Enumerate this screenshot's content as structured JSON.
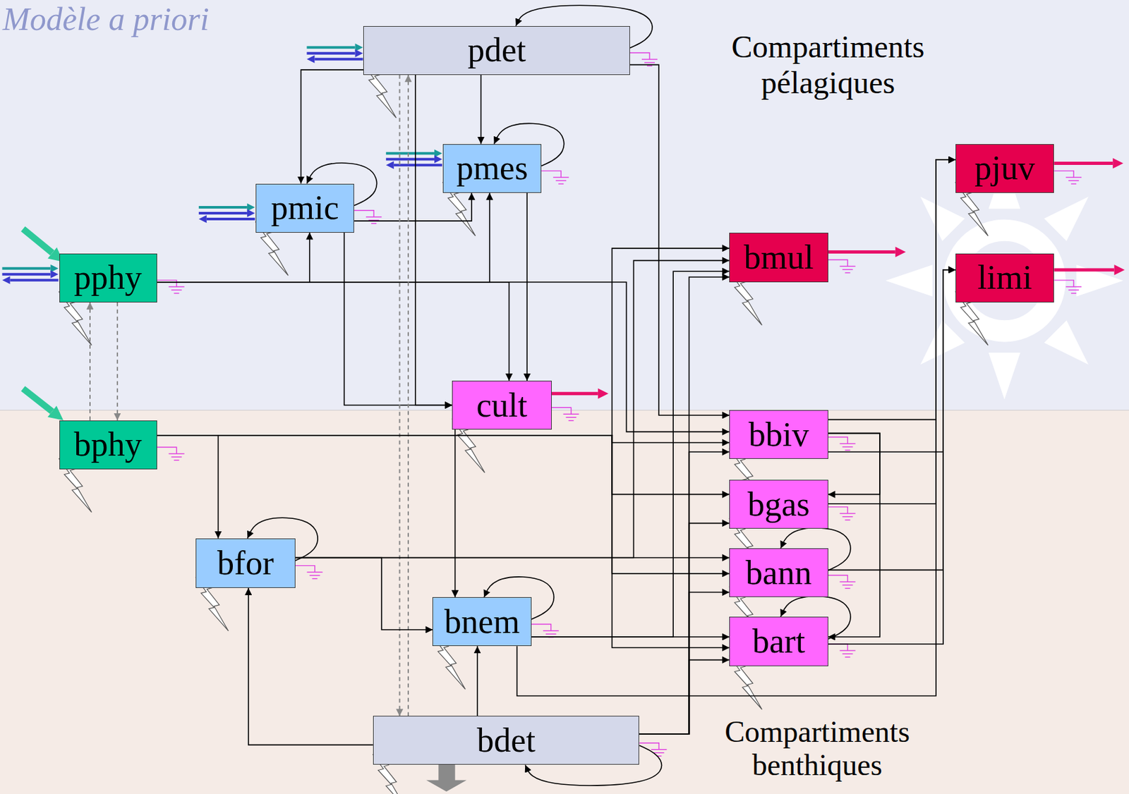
{
  "diagram": {
    "title": "Modèle a priori",
    "nodes": [
      {
        "text": [
          "pdet"
        ]
      },
      {
        "text": [
          "pmes"
        ]
      },
      {
        "text": [
          "pjuv"
        ]
      },
      {
        "text": [
          "pmic"
        ]
      },
      {
        "text": [
          "bmul"
        ]
      },
      {
        "text": [
          "pphy"
        ]
      },
      {
        "text": [
          "limi"
        ]
      },
      {
        "text": [
          "cult"
        ]
      },
      {
        "text": [
          "bbiv"
        ]
      },
      {
        "text": [
          "bphy"
        ]
      },
      {
        "text": [
          "bgas"
        ]
      },
      {
        "text": [
          "bfor"
        ]
      },
      {
        "text": [
          "bann"
        ]
      },
      {
        "text": [
          "bnem"
        ]
      },
      {
        "text": [
          "bart"
        ]
      },
      {
        "text": [
          "bdet"
        ]
      }
    ],
    "edges": [
      {
        "from": 0,
        "to": 0,
        "arrow": "to"
      },
      {
        "from": 1,
        "to": 1,
        "arrow": "to"
      },
      {
        "from": 3,
        "to": 3,
        "arrow": "to"
      },
      {
        "from": 11,
        "to": 11,
        "arrow": "to"
      },
      {
        "from": 13,
        "to": 13,
        "arrow": "to"
      },
      {
        "from": 15,
        "to": 15,
        "arrow": "to"
      },
      {
        "from": 12,
        "to": 12,
        "arrow": "to"
      },
      {
        "from": 14,
        "to": 14,
        "arrow": "to"
      },
      {
        "from": 0,
        "to": 3,
        "arrow": "to"
      },
      {
        "from": 0,
        "to": 1,
        "arrow": "to"
      },
      {
        "from": 0,
        "to": 7,
        "arrow": "to"
      },
      {
        "from": 3,
        "to": 7,
        "arrow": "to"
      },
      {
        "from": 3,
        "to": 1,
        "arrow": "to"
      },
      {
        "from": 5,
        "to": 3,
        "arrow": "to"
      },
      {
        "from": 5,
        "to": 1,
        "arrow": "to"
      },
      {
        "from": 5,
        "to": 7,
        "arrow": "to"
      },
      {
        "from": 5,
        "to": 8,
        "arrow": "to"
      },
      {
        "from": 1,
        "to": 7,
        "arrow": "to"
      },
      {
        "from": 0,
        "to": 8,
        "arrow": "to"
      },
      {
        "from": 0,
        "to": 15,
        "arrow": "to"
      },
      {
        "from": 15,
        "to": 0,
        "arrow": "to"
      },
      {
        "from": 9,
        "to": 5,
        "arrow": "to"
      },
      {
        "from": 5,
        "to": 9,
        "arrow": "to"
      },
      {
        "from": 9,
        "to": 11,
        "arrow": "to"
      },
      {
        "from": 9,
        "to": 4,
        "arrow": "to"
      },
      {
        "from": 9,
        "to": 8,
        "arrow": "to"
      },
      {
        "from": 9,
        "to": 10,
        "arrow": "to"
      },
      {
        "from": 9,
        "to": 12,
        "arrow": "to"
      },
      {
        "from": 9,
        "to": 14,
        "arrow": "to"
      },
      {
        "from": 11,
        "to": 12,
        "arrow": "to"
      },
      {
        "from": 11,
        "to": 13,
        "arrow": "to"
      },
      {
        "from": 11,
        "to": 4,
        "arrow": "to"
      },
      {
        "from": 13,
        "to": 14,
        "arrow": "to"
      },
      {
        "from": 13,
        "to": 4,
        "arrow": "to"
      },
      {
        "from": 13,
        "to": 2,
        "arrow": "to"
      },
      {
        "from": 15,
        "to": 13,
        "arrow": "to"
      },
      {
        "from": 15,
        "to": 11,
        "arrow": "to"
      },
      {
        "from": 15,
        "to": 4,
        "arrow": "to"
      },
      {
        "from": 15,
        "to": 8,
        "arrow": "to"
      },
      {
        "from": 15,
        "to": 10,
        "arrow": "to"
      },
      {
        "from": 15,
        "to": 12,
        "arrow": "to"
      },
      {
        "from": 15,
        "to": 14,
        "arrow": "to"
      },
      {
        "from": 7,
        "to": 13,
        "arrow": "to"
      },
      {
        "from": 8,
        "to": 2,
        "arrow": "to"
      },
      {
        "from": 10,
        "to": 2,
        "arrow": "to"
      },
      {
        "from": 12,
        "to": 6,
        "arrow": "to"
      },
      {
        "from": 14,
        "to": 6,
        "arrow": "to"
      },
      {
        "from": 8,
        "to": 6,
        "arrow": "to"
      },
      {
        "from": 8,
        "to": 10,
        "arrow": "to"
      },
      {
        "from": 8,
        "to": 14,
        "arrow": "to"
      }
    ],
    "labels": [
      "Compartiments pélagiques",
      "Compartiments benthiques"
    ]
  }
}
